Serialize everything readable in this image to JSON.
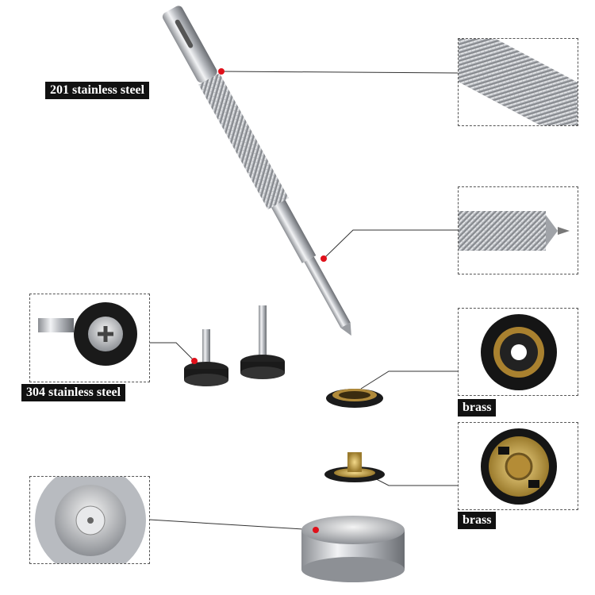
{
  "labels": {
    "pen_material": "201 stainless steel",
    "screw_material": "304 stainless steel",
    "socket_material": "brass",
    "stud_material": "brass"
  },
  "colors": {
    "marker": "#e0101a",
    "label_bg": "#111111",
    "label_text": "#ffffff"
  }
}
